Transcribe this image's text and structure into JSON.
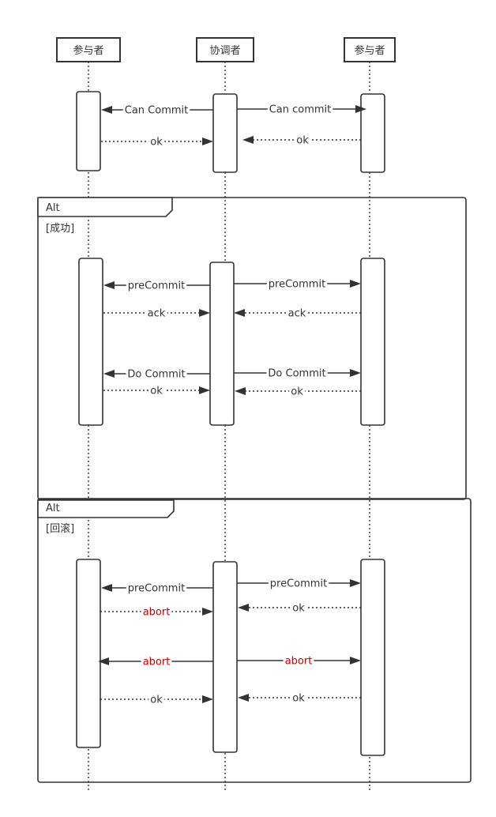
{
  "participants": [
    "参与者",
    "协调者",
    "参与者"
  ],
  "frames": [
    {
      "op": "Alt",
      "guard": "[成功]"
    },
    {
      "op": "Alt",
      "guard": "[回滚]"
    }
  ],
  "messages": [
    {
      "text": "Can Commit",
      "color": "#333333"
    },
    {
      "text": "Can commit",
      "color": "#333333"
    },
    {
      "text": "ok",
      "color": "#333333"
    },
    {
      "text": "ok",
      "color": "#333333"
    },
    {
      "text": "preCommit",
      "color": "#333333"
    },
    {
      "text": "preCommit",
      "color": "#333333"
    },
    {
      "text": "ack",
      "color": "#333333"
    },
    {
      "text": "ack",
      "color": "#333333"
    },
    {
      "text": "Do Commit",
      "color": "#333333"
    },
    {
      "text": "Do Commit",
      "color": "#333333"
    },
    {
      "text": "ok",
      "color": "#333333"
    },
    {
      "text": "ok",
      "color": "#333333"
    },
    {
      "text": "preCommit",
      "color": "#333333"
    },
    {
      "text": "preCommit",
      "color": "#333333"
    },
    {
      "text": "abort",
      "color": "#c00000"
    },
    {
      "text": "ok",
      "color": "#333333"
    },
    {
      "text": "abort",
      "color": "#c00000"
    },
    {
      "text": "abort",
      "color": "#c00000"
    },
    {
      "text": "ok",
      "color": "#333333"
    },
    {
      "text": "ok",
      "color": "#333333"
    }
  ]
}
